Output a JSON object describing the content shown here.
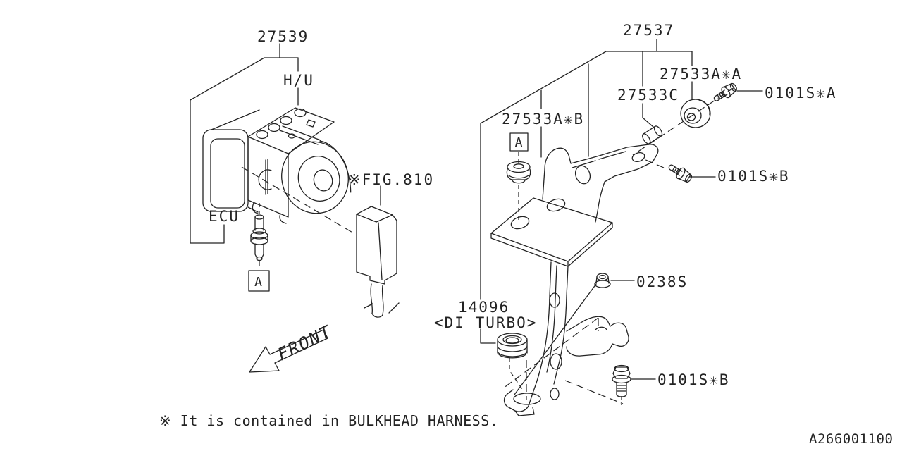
{
  "footer": {
    "note": "※ It is contained in BULKHEAD HARNESS.",
    "drawing_number": "A266001100"
  },
  "orientation": {
    "front_label": "FRONT"
  },
  "hydraulic_unit": {
    "assembly_label": "27539",
    "hu_label": "H/U",
    "ecu_label": "ECU",
    "connector_ref": "※FIG.810",
    "section_marker": "A"
  },
  "bracket": {
    "assembly_label": "27537",
    "damper_a": "27533A✳A",
    "spacer": "27533C",
    "damper_b": "27533A✳B",
    "bolt_a": "0101S✳A",
    "bolt_b_upper": "0101S✳B",
    "nut": "0238S",
    "grommet": "14096",
    "grommet_note": "<DI TURBO>",
    "bolt_b_lower": "0101S✳B",
    "section_marker": "A"
  }
}
